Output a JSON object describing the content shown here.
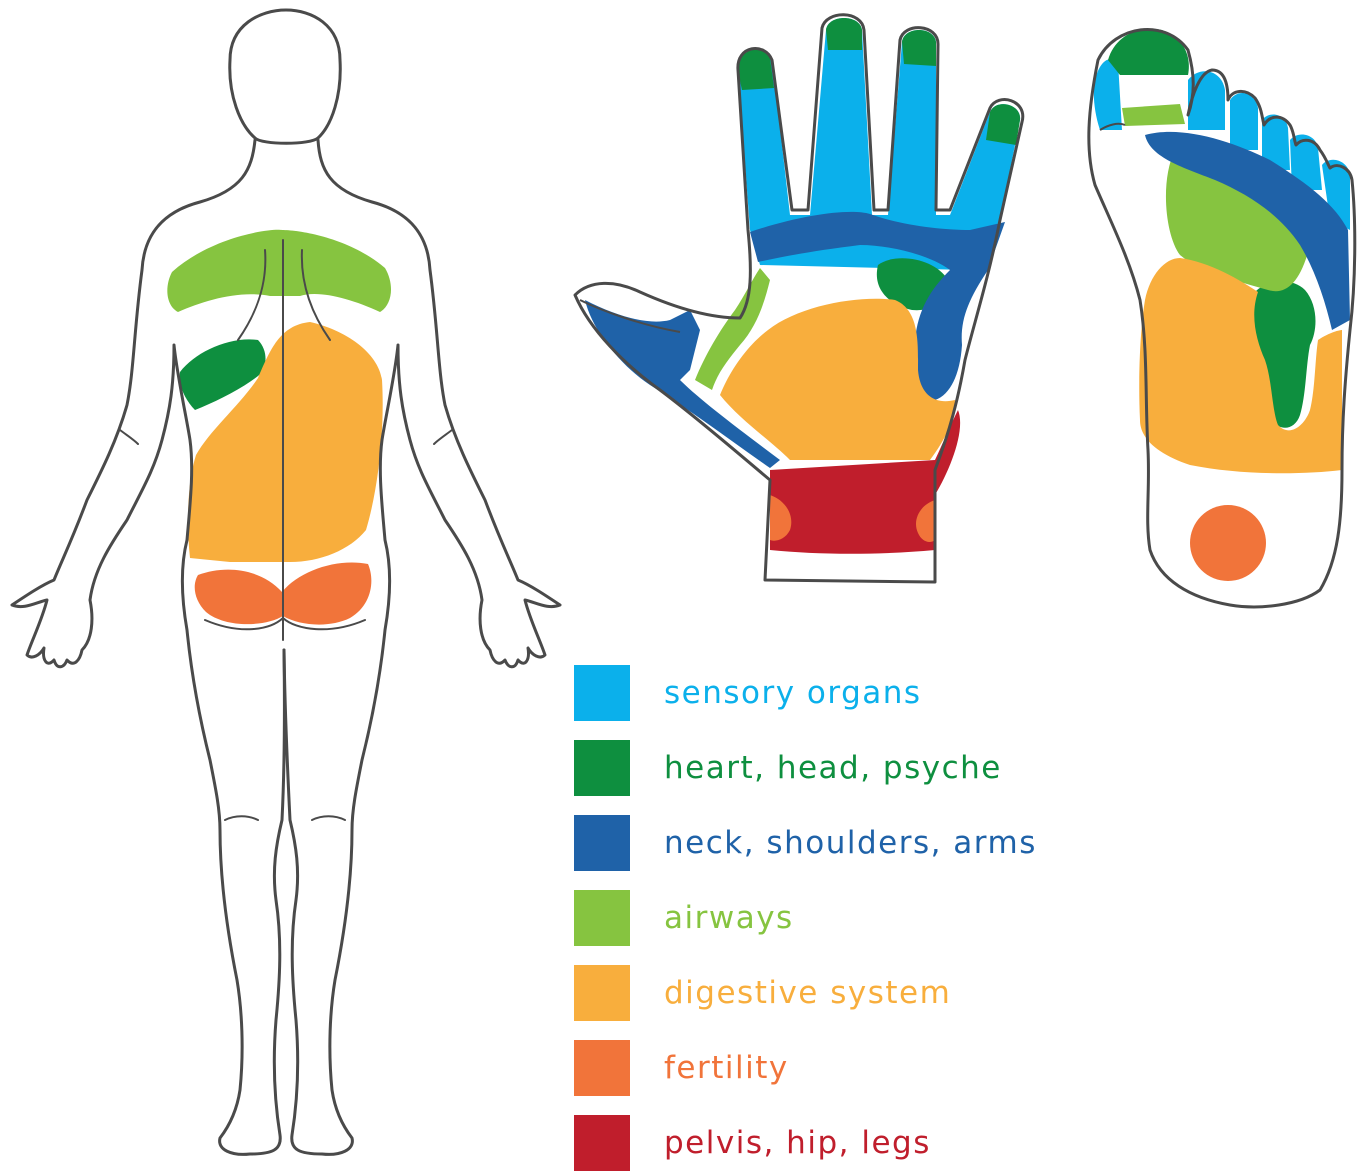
{
  "colors": {
    "sensory": "#0bb0eb",
    "heart": "#0e8f3f",
    "neck": "#1f62a8",
    "airways": "#86c440",
    "digestive": "#f8ae3d",
    "fertility": "#f1743a",
    "pelvis": "#c01e2c",
    "outline": "#4a4a4a"
  },
  "legend": [
    {
      "key": "sensory",
      "label": "sensory organs",
      "color": "#0bb0eb"
    },
    {
      "key": "heart",
      "label": "heart, head, psyche",
      "color": "#0e8f3f"
    },
    {
      "key": "neck",
      "label": "neck, shoulders, arms",
      "color": "#1f62a8"
    },
    {
      "key": "airways",
      "label": "airways",
      "color": "#86c440"
    },
    {
      "key": "digestive",
      "label": "digestive system",
      "color": "#f8ae3d"
    },
    {
      "key": "fertility",
      "label": "fertility",
      "color": "#f1743a"
    },
    {
      "key": "pelvis",
      "label": "pelvis, hip, legs",
      "color": "#c01e2c"
    }
  ]
}
